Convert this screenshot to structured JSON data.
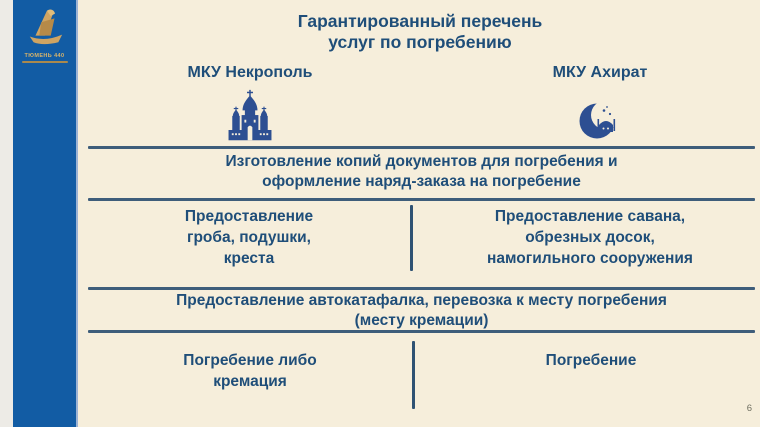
{
  "slide": {
    "title": "Гарантированный перечень\nуслуг по погребению",
    "page_number": "6",
    "colors": {
      "sidebar_blue": "#125ca4",
      "background_cream": "#f6eedb",
      "text_blue": "#1f4e79",
      "rule_blue": "#3e5d7a",
      "logo_gold": "#c9a05c",
      "icon_blue": "#2d4f92"
    },
    "sidebar": {
      "logo_title": "ТЮМЕНЬ 440"
    },
    "columns": [
      {
        "label": "МКУ Некрополь",
        "icon": "orthodox-church-icon"
      },
      {
        "label": "МКУ Ахират",
        "icon": "crescent-mosque-icon"
      }
    ],
    "rows": [
      {
        "type": "full",
        "text": "Изготовление копий документов для погребения и\nоформление наряд-заказа на погребение"
      },
      {
        "type": "split",
        "left": "Предоставление\nгроба, подушки,\nкреста",
        "right": "Предоставление савана,\nобрезных досок,\nнамогильного сооружения"
      },
      {
        "type": "full",
        "text": "Предоставление автокатафалка, перевозка к месту погребения\n(месту кремации)"
      },
      {
        "type": "split",
        "left": "Погребение либо\nкремация",
        "right": "Погребение"
      }
    ]
  }
}
